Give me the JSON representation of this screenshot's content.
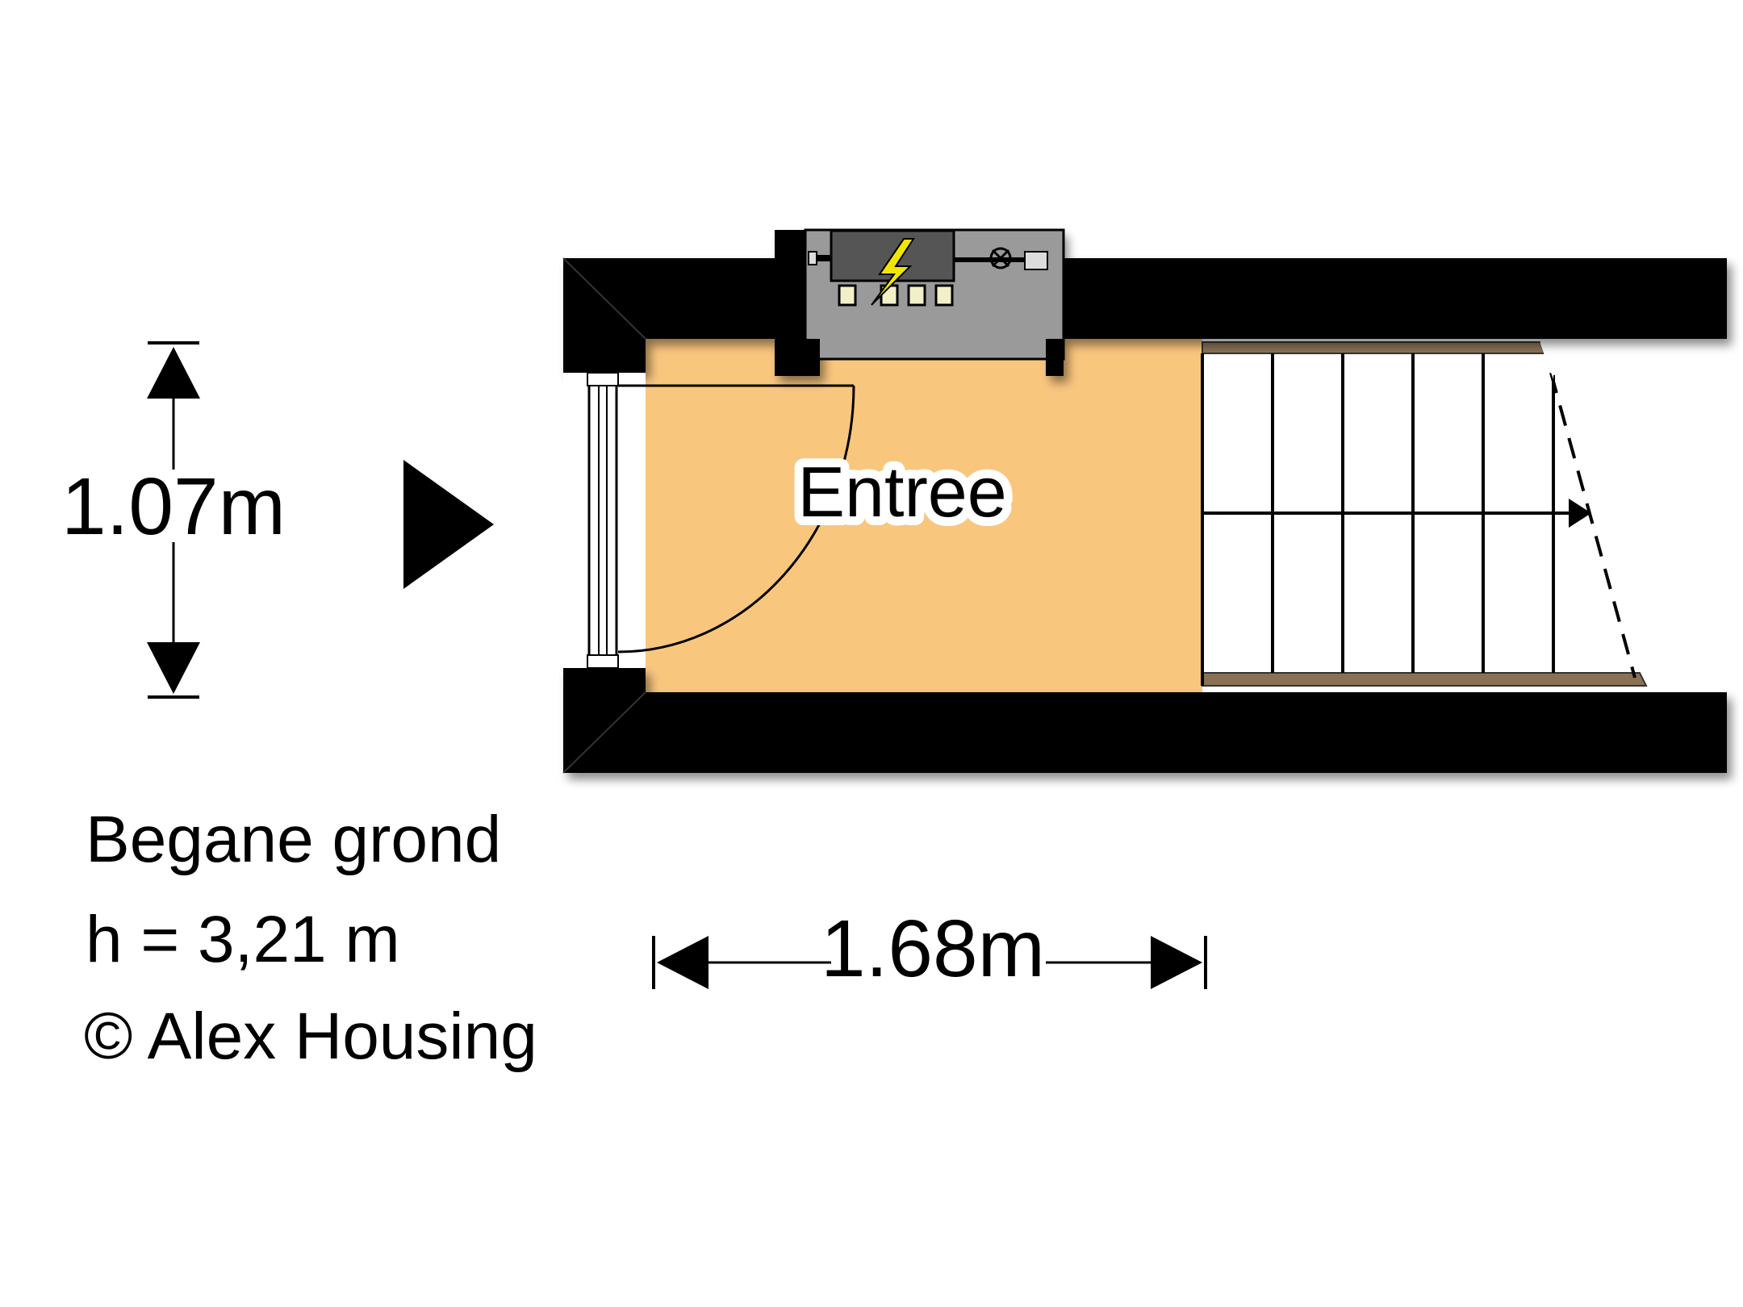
{
  "floor": {
    "name": "Begane grond",
    "height": "h = 3,21 m",
    "copyright": "© Alex Housing"
  },
  "room": {
    "label": "Entree"
  },
  "dimensions": {
    "vertical": "1.07m",
    "horizontal": "1.68m"
  },
  "colors": {
    "wall": "#000000",
    "floor": "#F9C67E",
    "meter_box": "#9A9A9A",
    "stair_rail": "#8A7155",
    "lightning": "#F2E600"
  },
  "icons": {
    "entrance_arrow": "entrance-arrow-icon",
    "utility": "electricity-meter-icon"
  }
}
